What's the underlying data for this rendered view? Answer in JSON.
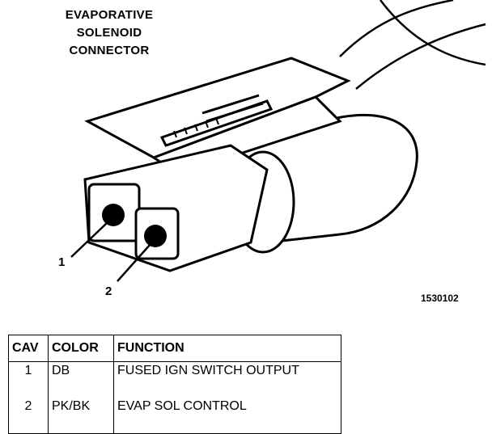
{
  "title_lines": [
    "EVAPORATIVE",
    "SOLENOID",
    "CONNECTOR"
  ],
  "callouts": [
    "1",
    "2"
  ],
  "figure_id": "1530102",
  "table": {
    "headers": [
      "CAV",
      "COLOR",
      "FUNCTION"
    ],
    "rows": [
      {
        "cav": "1",
        "color": "DB",
        "function": "FUSED IGN SWITCH OUTPUT"
      },
      {
        "cav": "2",
        "color": "PK/BK",
        "function": "EVAP SOL CONTROL"
      }
    ]
  }
}
